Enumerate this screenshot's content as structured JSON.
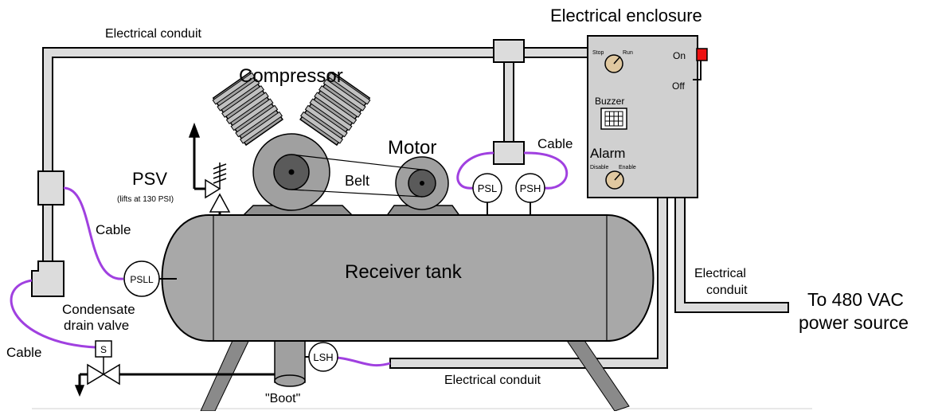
{
  "labels": {
    "conduit_top": "Electrical conduit",
    "enclosure_title": "Electrical enclosure",
    "compressor": "Compressor",
    "motor": "Motor",
    "cable_top": "Cable",
    "belt": "Belt",
    "psv": "PSV",
    "psv_note": "(lifts at 130 PSI)",
    "cable_left": "Cable",
    "cable_bottom_left": "Cable",
    "receiver_tank": "Receiver tank",
    "condensate_line1": "Condensate",
    "condensate_line2": "drain valve",
    "boot": "\"Boot\"",
    "conduit_bottom": "Electrical conduit",
    "conduit_right_line1": "Electrical",
    "conduit_right_line2": "conduit",
    "power_line1": "To 480 VAC",
    "power_line2": "power source"
  },
  "instruments": {
    "psl": "PSL",
    "psh": "PSH",
    "psll": "PSLL",
    "lsh": "LSH",
    "solenoid": "S"
  },
  "enclosure": {
    "stop": "Stop",
    "run": "Run",
    "on": "On",
    "off": "Off",
    "buzzer": "Buzzer",
    "alarm": "Alarm",
    "disable": "Disable",
    "enable": "Enable"
  },
  "colors": {
    "cable": "#a040e0",
    "tank": "#a8a8a8",
    "enclosure": "#d0d0d0",
    "knob": "#e0c8a0",
    "switch": "#ee1111",
    "conduit": "#dcdcdc"
  }
}
